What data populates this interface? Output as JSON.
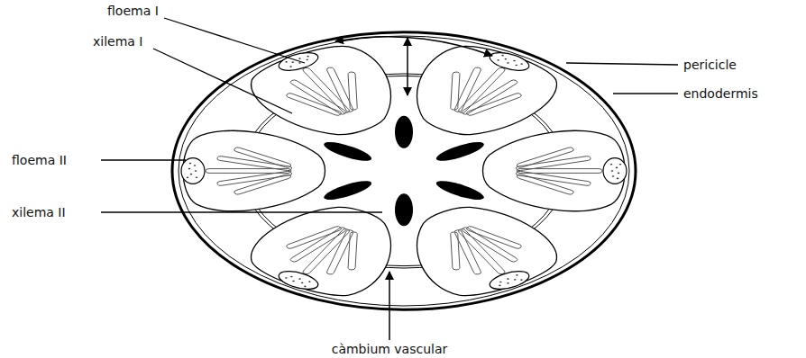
{
  "diagram": {
    "labels": [
      "floema I",
      "xilema I",
      "floema II",
      "xilema II",
      "pericicle",
      "endodermis",
      "càmbium vascular"
    ]
  }
}
